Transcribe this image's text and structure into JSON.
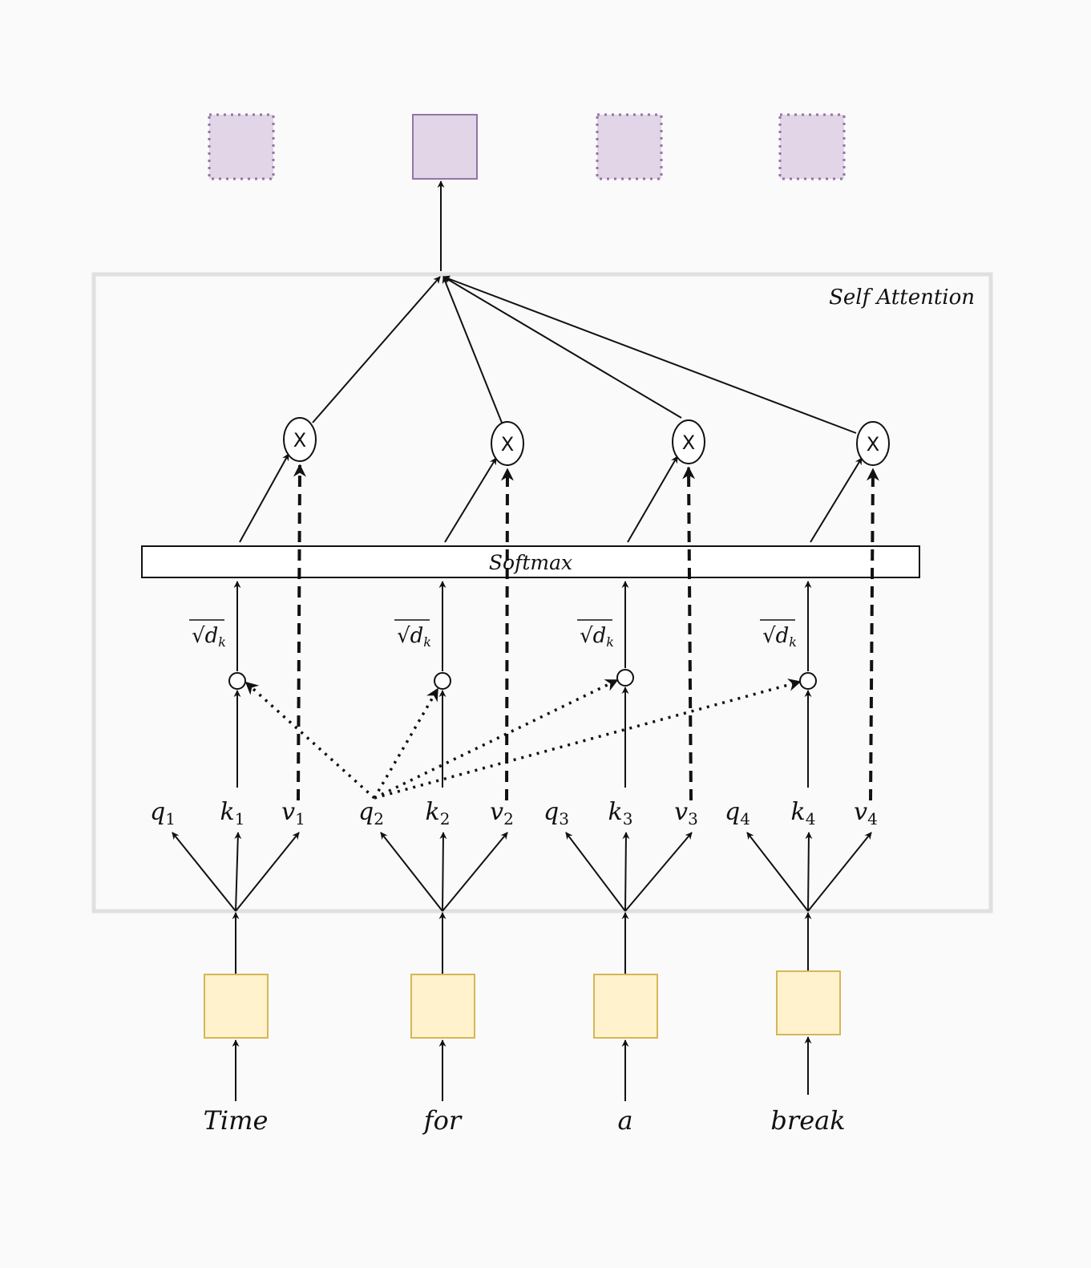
{
  "diagram": {
    "title": "Self Attention",
    "softmax_label": "Softmax",
    "scale_label": "√d",
    "scale_sub": "k",
    "multiply_symbol": "X",
    "colors": {
      "background": "#fafafa",
      "output_fill": "#e1d5e7",
      "output_stroke": "#9673a6",
      "input_fill": "#fff2cc",
      "input_stroke": "#d6b656",
      "frame_stroke": "#e0e0e0",
      "line": "#111111"
    },
    "inputs": [
      {
        "word": "Time"
      },
      {
        "word": "for"
      },
      {
        "word": "a"
      },
      {
        "word": "break"
      }
    ],
    "outputs": [
      {
        "state": "dotted"
      },
      {
        "state": "active"
      },
      {
        "state": "dotted"
      },
      {
        "state": "dotted"
      }
    ],
    "tokens": [
      {
        "q": "q",
        "k": "k",
        "v": "v",
        "idx": "1"
      },
      {
        "q": "q",
        "k": "k",
        "v": "v",
        "idx": "2"
      },
      {
        "q": "q",
        "k": "k",
        "v": "v",
        "idx": "3"
      },
      {
        "q": "q",
        "k": "k",
        "v": "v",
        "idx": "4"
      }
    ],
    "query_source_index": 2
  }
}
